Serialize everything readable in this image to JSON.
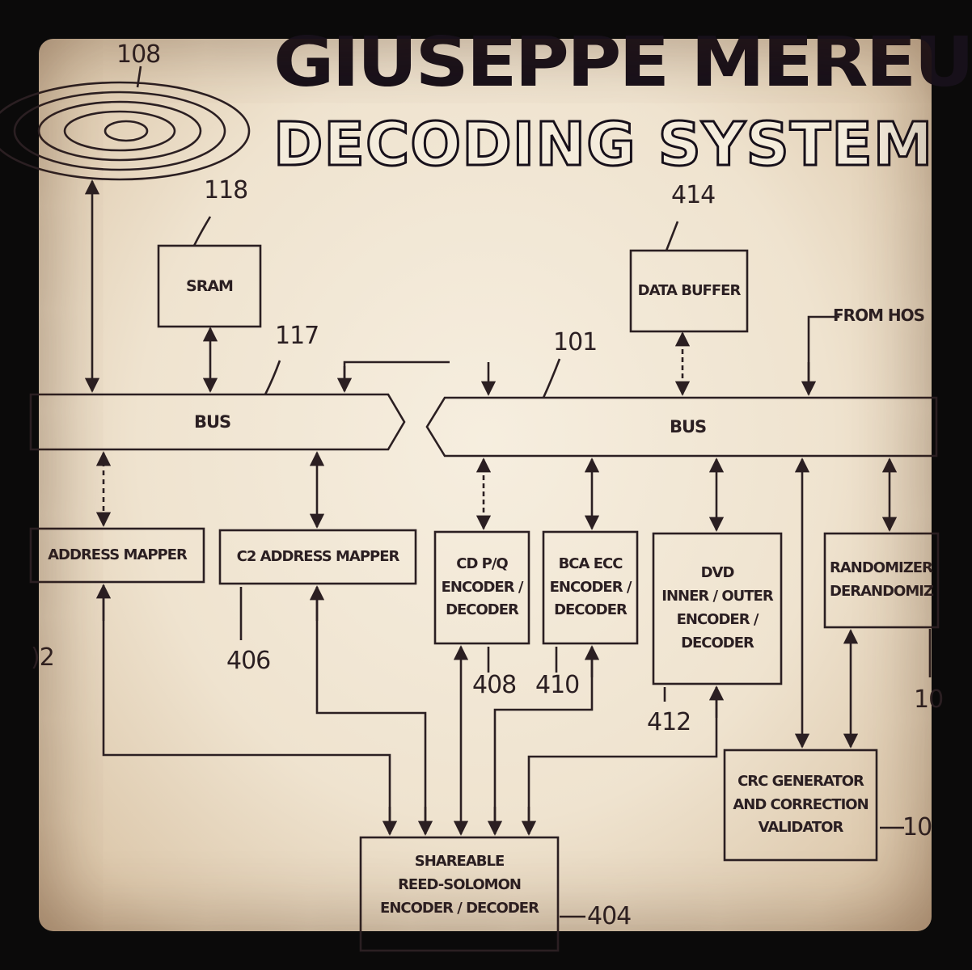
{
  "header": {
    "title": "GIUSEPPE MEREU",
    "subtitle": "DECODING SYSTEM"
  },
  "diagram": {
    "disc_ref": "108",
    "sram": {
      "label": "SRAM",
      "ref": "118"
    },
    "bus_left": {
      "label": "BUS",
      "ref": "117"
    },
    "bus_right": {
      "label": "BUS",
      "ref": "101"
    },
    "data_buffer": {
      "label": "DATA BUFFER",
      "ref": "414"
    },
    "from_host": "FROM HOS",
    "address_mapper": {
      "label": "ADDRESS MAPPER",
      "ref": ")2"
    },
    "c2_address_mapper": {
      "label": "C2 ADDRESS MAPPER",
      "ref": "406"
    },
    "cd_encoder": {
      "line1": "CD P/Q",
      "line2": "ENCODER /",
      "line3": "DECODER",
      "ref": "408"
    },
    "bca_encoder": {
      "line1": "BCA ECC",
      "line2": "ENCODER /",
      "line3": "DECODER",
      "ref": "410"
    },
    "dvd_encoder": {
      "line1": "DVD",
      "line2": "INNER / OUTER",
      "line3": "ENCODER /",
      "line4": "DECODER",
      "ref": "412"
    },
    "randomizer": {
      "line1": "RANDOMIZER",
      "line2": "DERANDOMIZ",
      "ref": "10"
    },
    "crc": {
      "line1": "CRC GENERATOR",
      "line2": "AND CORRECTION",
      "line3": "VALIDATOR",
      "ref": "10"
    },
    "reed_solomon": {
      "line1": "SHAREABLE",
      "line2": "REED-SOLOMON",
      "line3": "ENCODER / DECODER",
      "ref": "404"
    }
  }
}
